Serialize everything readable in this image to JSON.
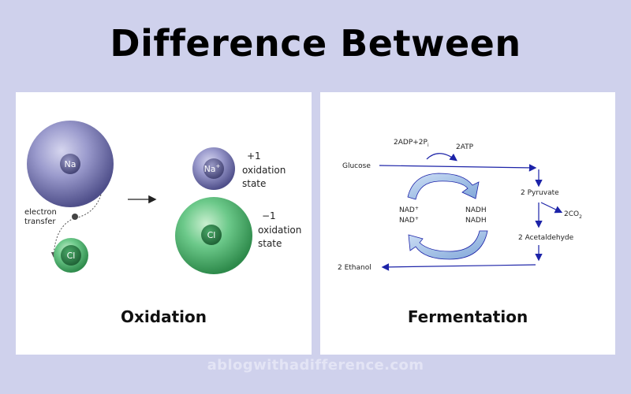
{
  "title": "Difference Between",
  "footer": "ablogwithadifference.com",
  "oxidation": {
    "label": "Oxidation",
    "na_atom": "Na",
    "cl_atom": "Cl",
    "electron_label_line1": "electron",
    "electron_label_line2": "transfer",
    "na_ion": "Na",
    "na_ion_charge": "+",
    "na_state_charge": "+1",
    "na_state_line1": "oxidation",
    "na_state_line2": "state",
    "cl_ion": "Cl",
    "cl_state_charge": "−1",
    "cl_state_line1": "oxidation",
    "cl_state_line2": "state"
  },
  "fermentation": {
    "label": "Fermentation",
    "adp": "2ADP+2P",
    "adp_sub": "i",
    "atp": "2ATP",
    "glucose": "Glucose",
    "pyruvate": "2 Pyruvate",
    "co2": "2CO",
    "co2_sub": "2",
    "acetaldehyde": "2 Acetaldehyde",
    "nad1": "NAD",
    "nad1_sup": "+",
    "nad2": "NAD",
    "nad2_sup": "+",
    "nadh1": "NADH",
    "nadh2": "NADH",
    "ethanol": "2 Ethanol"
  },
  "colors": {
    "background": "#cfd1ec",
    "arrow_blue": "#1c23a8",
    "na_purple": "#8b8cc2",
    "cl_green": "#4fb56b"
  }
}
